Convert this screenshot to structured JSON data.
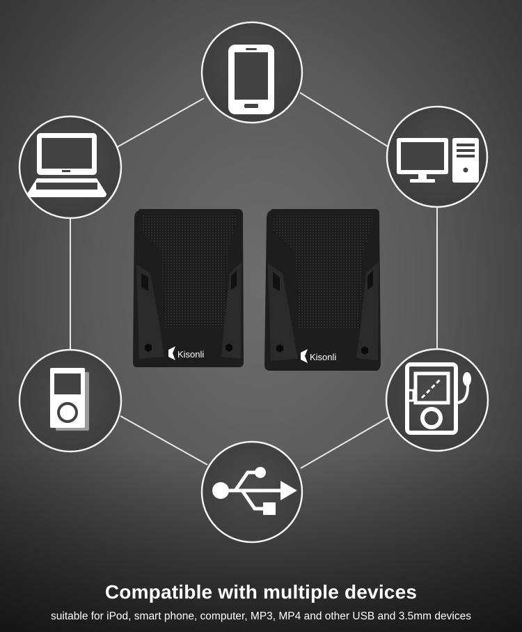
{
  "speakers": {
    "left": {
      "brand": "Kisonli"
    },
    "right": {
      "brand": "Kisonli"
    }
  },
  "devices": [
    {
      "icon": "smartphone-icon"
    },
    {
      "icon": "desktop-computer-icon"
    },
    {
      "icon": "mp4-player-icon"
    },
    {
      "icon": "usb-icon"
    },
    {
      "icon": "ipod-icon"
    },
    {
      "icon": "laptop-icon"
    }
  ],
  "headline": "Compatible with multiple devices",
  "subline": "suitable for iPod, smart phone, computer, MP3, MP4 and other USB and 3.5mm devices",
  "colors": {
    "icon": "#ffffff",
    "circle_fill": "#454545",
    "speaker_body": "#1d1d1d"
  }
}
